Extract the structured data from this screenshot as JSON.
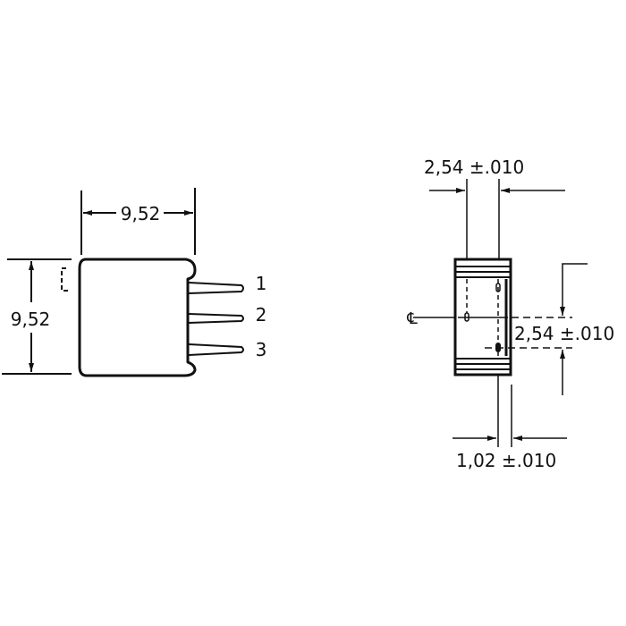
{
  "colors": {
    "ink": "#111111",
    "paper": "#ffffff"
  },
  "front_view": {
    "width_dim": "9,52",
    "height_dim": "9,52",
    "pins": [
      {
        "label": "1"
      },
      {
        "label": "2"
      },
      {
        "label": "3"
      }
    ]
  },
  "side_view": {
    "top_spacing_dim": "2,54 ±.010",
    "vertical_spacing_dim": "2,54 ±.010",
    "pin_offset_dim": "1,02 ±.010",
    "centerline_symbol": "℄"
  }
}
